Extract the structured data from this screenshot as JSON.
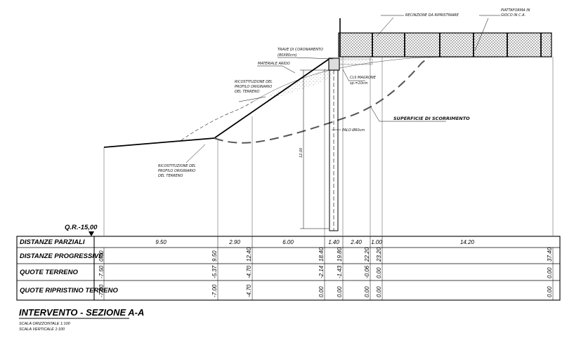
{
  "reference_level": "Q.R.-15,00",
  "annotations": {
    "fence": "RECINZIONE DA RIPRISTINARE",
    "platform_line1": "PIATTAFORMA IN",
    "platform_line2": "GIOCO IN C.A.",
    "beam_line1": "TRAVE DI CORONAMENTO",
    "beam_line2": "(80X80cm)",
    "granular": "MATERIALE ARIDO",
    "reconstruction_top_1": "RICOSTITUZIONE DEL",
    "reconstruction_top_2": "PROFILO ORIGINARIO",
    "reconstruction_top_3": "DEL TERRENO",
    "lean_concrete_1": "CLS MAGRONE",
    "lean_concrete_2": "sp.=10cm",
    "sliding_surface": "SUPERFICIE DI SCORRIMENTO",
    "pile": "PALO Ø60cm",
    "pile_length": "12.00",
    "reconstruction_bottom_1": "RICOSTITUZIONE DEL",
    "reconstruction_bottom_2": "PROFILO ORIGINARIO",
    "reconstruction_bottom_3": "DEL TERRENO"
  },
  "table": {
    "row_labels": [
      "DISTANZE PARZIALI",
      "DISTANZE PROGRESSIVE",
      "QUOTE TERRENO",
      "QUOTE RIPRISTINO TERRENO"
    ],
    "partial_distances": [
      "9.50",
      "2.90",
      "6.00",
      "1.40",
      "2.40",
      "1.00",
      "14.20"
    ],
    "progressive_distances": [
      "0.00",
      "9.50",
      "12.40",
      "18.40",
      "19.80",
      "22.20",
      "23.20",
      "37.40"
    ],
    "terrain_levels": [
      "-7.50",
      "-5.37",
      "-4.70",
      "-2.14",
      "-1.43",
      "-0.06",
      "0.00",
      "0.00"
    ],
    "restored_levels": [
      "-7.50",
      "-7.00",
      "-4.70",
      "0.00",
      "0.00",
      "0.00",
      "0.00",
      "0.00"
    ]
  },
  "title": "INTERVENTO - SEZIONE A-A",
  "scale_h": "SCALA ORIZZONTALE 1:100",
  "scale_v": "SCALA VERTICALE 1:100"
}
